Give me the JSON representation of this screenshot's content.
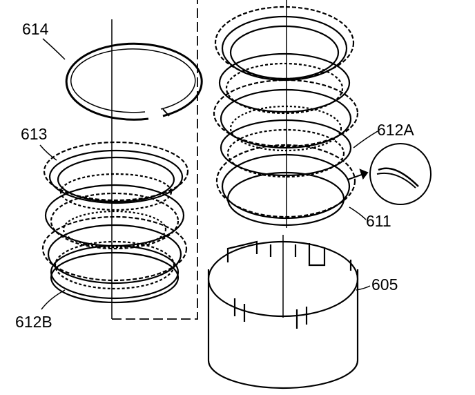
{
  "callouts": {
    "snap_ring": "614",
    "left_plates": "613",
    "left_bottom_plate": "612B",
    "right_top_plate": "612A",
    "right_lower_plate": "611",
    "housing": "605"
  },
  "colors": {
    "line": "#000000",
    "paper": "#ffffff"
  }
}
